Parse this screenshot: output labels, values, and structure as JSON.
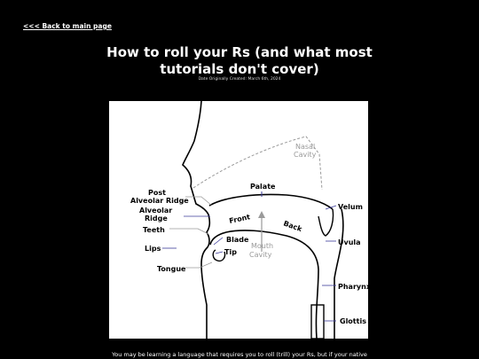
{
  "nav": {
    "back_label": "<<< Back to main page"
  },
  "header": {
    "title": "How to roll your Rs (and what most tutorials don't cover)",
    "date": "Date Originally Created: March 6th, 2024"
  },
  "figure": {
    "labels": {
      "nasal_cavity_1": "Nasal",
      "nasal_cavity_2": "Cavity",
      "palate": "Palate",
      "post_alveolar_1": "Post",
      "post_alveolar_2": "Alveolar Ridge",
      "alveolar_1": "Alveolar",
      "alveolar_2": "Ridge",
      "velum": "Velum",
      "front": "Front",
      "back": "Back",
      "teeth": "Teeth",
      "blade": "Blade",
      "mouth_cavity_1": "Mouth",
      "mouth_cavity_2": "Cavity",
      "uvula": "Uvula",
      "lips": "Lips",
      "tip": "Tip",
      "tongue": "Tongue",
      "pharynx": "Pharynx",
      "glottis": "Glottis"
    },
    "colors": {
      "pointer_lines": "#3b3b9a",
      "dashed": "#9a9a9a"
    }
  },
  "intro": {
    "text": "You may be learning a language that requires you to roll (trill) your Rs, but if your native"
  }
}
